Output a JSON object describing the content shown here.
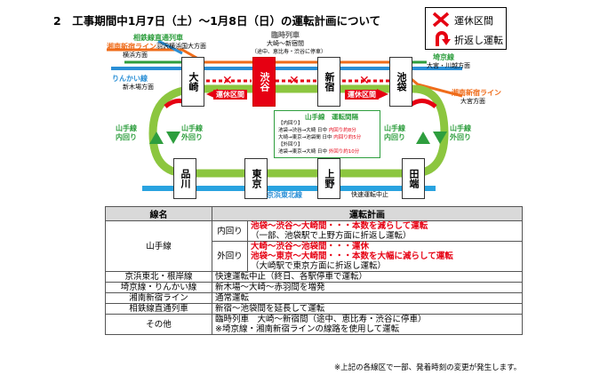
{
  "title": "2　工事期間中1月7日（土）～1月8日（日）の運転計画について",
  "legend": {
    "suspended": "運休区間",
    "turnback": "折返し運転"
  },
  "colors": {
    "yamanote": "#8cc63f",
    "saikyo": "#2e9e3e",
    "shonan": "#ef6c1a",
    "rinkai": "#2a8fd6",
    "keihin": "#29a3e0",
    "suspended": "#e60012"
  },
  "map": {
    "stations": {
      "osaki": "大崎",
      "shibuya": "渋谷",
      "shinjuku": "新宿",
      "ikebukuro": "池袋",
      "shinagawa": "品川",
      "tokyo": "東京",
      "ueno": "上野",
      "tabata": "田端"
    },
    "labels": {
      "sotetsu": "相鉄線直通列車",
      "sotetsu_dir": "羽沢横浜国大方面",
      "shonan_left": "湘南新宿ライン",
      "yokohama_dir": "横浜方面",
      "rinkai": "りんかい線",
      "shinkiba_dir": "新木場方面",
      "rinji": "臨時列車",
      "rinji_route": "大崎～新宿間",
      "rinji_note": "（途中、恵比寿・渋谷に停車）",
      "saikyo": "埼京線",
      "saikyo_dir": "大宮・川越方面",
      "shonan_right": "湘南新宿ライン",
      "omiya_dir": "大宮方面",
      "yamanote_left": "山手線",
      "inner_left": "内回り",
      "yamanote_left2": "山手線",
      "outer_left": "外回り",
      "yamanote_right": "山手線",
      "inner_right": "内回り",
      "yamanote_right2": "山手線",
      "outer_right": "外回り",
      "keihin": "京浜東北線",
      "keihin_note": "快速運転中止"
    },
    "suspend_left": "運休区間",
    "suspend_right": "運休区間",
    "xmarks": [
      "✕",
      "✕",
      "✕"
    ]
  },
  "op_interval": {
    "header": "山手線　運転間隔",
    "inner_label": "【内回り】",
    "inner_line1_route": "池袋→渋谷→大崎",
    "inner_line1_time": "日中",
    "inner_line1_val": "内回り約8分",
    "inner_line2_route": "大崎→東京→池袋間",
    "inner_line2_time": "日中",
    "inner_line2_val": "内回り約5分",
    "outer_label": "【外回り】",
    "outer_line1_route": "池袋→東京→大崎",
    "outer_line1_time": "日中",
    "outer_line1_val": "外回り約10分"
  },
  "table": {
    "headers": [
      "線名",
      "運転計画"
    ],
    "yamanote": "山手線",
    "inner": "内回り",
    "inner_plan1": "池袋～渋谷～大崎間・・・本数を減らして運転",
    "inner_plan2": "（一部、池袋駅で上野方面に折返し運転）",
    "outer": "外回り",
    "outer_plan1": "大崎～渋谷～池袋間・・・運休",
    "outer_plan2": "池袋～東京～大崎間・・・本数を大幅に減らして運転",
    "outer_plan3": "（大崎駅で東京方面に折返し運転）",
    "rows": [
      {
        "line": "京浜東北・根岸線",
        "plan": "快速運転中止（終日、各駅停車で運転）"
      },
      {
        "line": "埼京線・りんかい線",
        "plan": "新木場～大崎～赤羽間を増発"
      },
      {
        "line": "湘南新宿ライン",
        "plan": "通常運転"
      },
      {
        "line": "相鉄線直通列車",
        "plan": "新宿～池袋間を延長して運転"
      }
    ],
    "other": "その他",
    "other_plan1": "臨時列車　大崎～新宿間（途中、恵比寿・渋谷に停車）",
    "other_plan2": "※埼京線・湘南新宿ラインの線路を使用して運転"
  },
  "footnote": "※上記の各線区で一部、発着時刻の変更が発生します。"
}
